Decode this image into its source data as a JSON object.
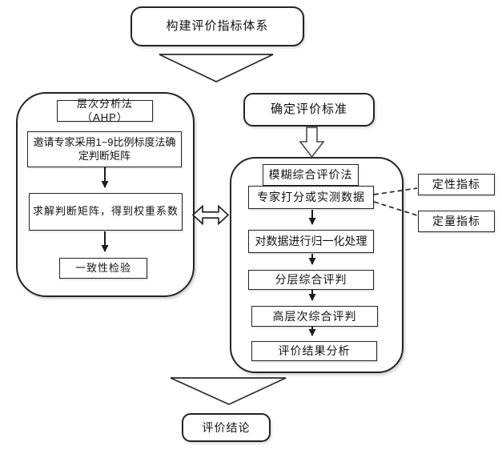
{
  "title": "构建评价指标体系",
  "left_panel": {
    "title": "层次分析法（AHP）",
    "steps": [
      "邀请专家采用1~9比例标度法确定判断矩阵",
      "求解判断矩阵，得到权重系数",
      "一致性检验"
    ]
  },
  "criteria": "确定评价标准",
  "right_panel": {
    "title": "模糊综合评价法",
    "steps": [
      "专家打分或实测数据",
      "对数据进行归一化处理",
      "分层综合评判",
      "高层次综合评判",
      "评价结果分析"
    ]
  },
  "indicators": {
    "qualitative": "定性指标",
    "quantitative": "定量指标"
  },
  "conclusion": "评价结论",
  "colors": {
    "stroke": "#242424",
    "arrow_fill": "#1c1c1c",
    "background": "#ffffff"
  }
}
